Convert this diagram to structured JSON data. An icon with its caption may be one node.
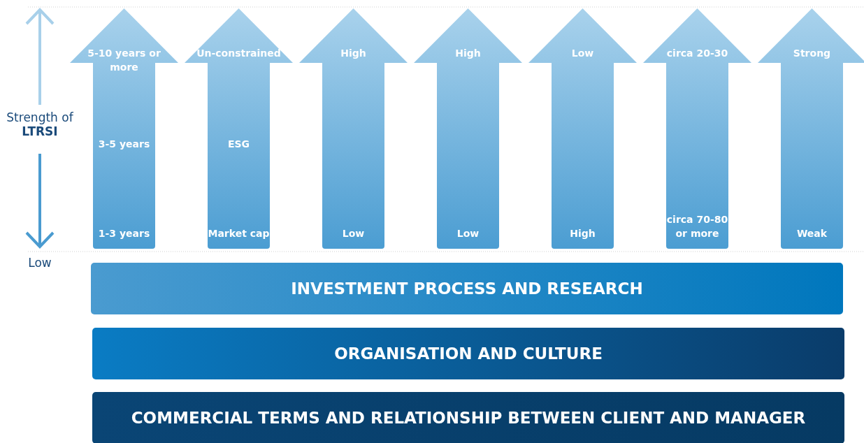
{
  "diagram": {
    "nodes": [
      {
        "text": [
          "5-10 years or more",
          "3-5 years",
          "1-3 years"
        ]
      },
      {
        "text": [
          "Un-constrained",
          "ESG",
          "Market cap"
        ]
      },
      {
        "text": [
          "High",
          "Low"
        ]
      },
      {
        "text": [
          "High",
          "Low"
        ]
      },
      {
        "text": [
          "Low",
          "High"
        ]
      },
      {
        "text": [
          "circa 20-30",
          "circa 70-80 or more"
        ]
      },
      {
        "text": [
          "Strong",
          "Weak"
        ]
      },
      {
        "text": [
          "INVESTMENT PROCESS AND RESEARCH"
        ]
      },
      {
        "text": [
          "ORGANISATION AND CULTURE"
        ]
      },
      {
        "text": [
          "COMMERCIAL TERMS AND RELATIONSHIP BETWEEN CLIENT AND MANAGER"
        ]
      }
    ],
    "edges": [],
    "labels": [
      "Strength of **LTRSI**",
      "Low"
    ]
  }
}
